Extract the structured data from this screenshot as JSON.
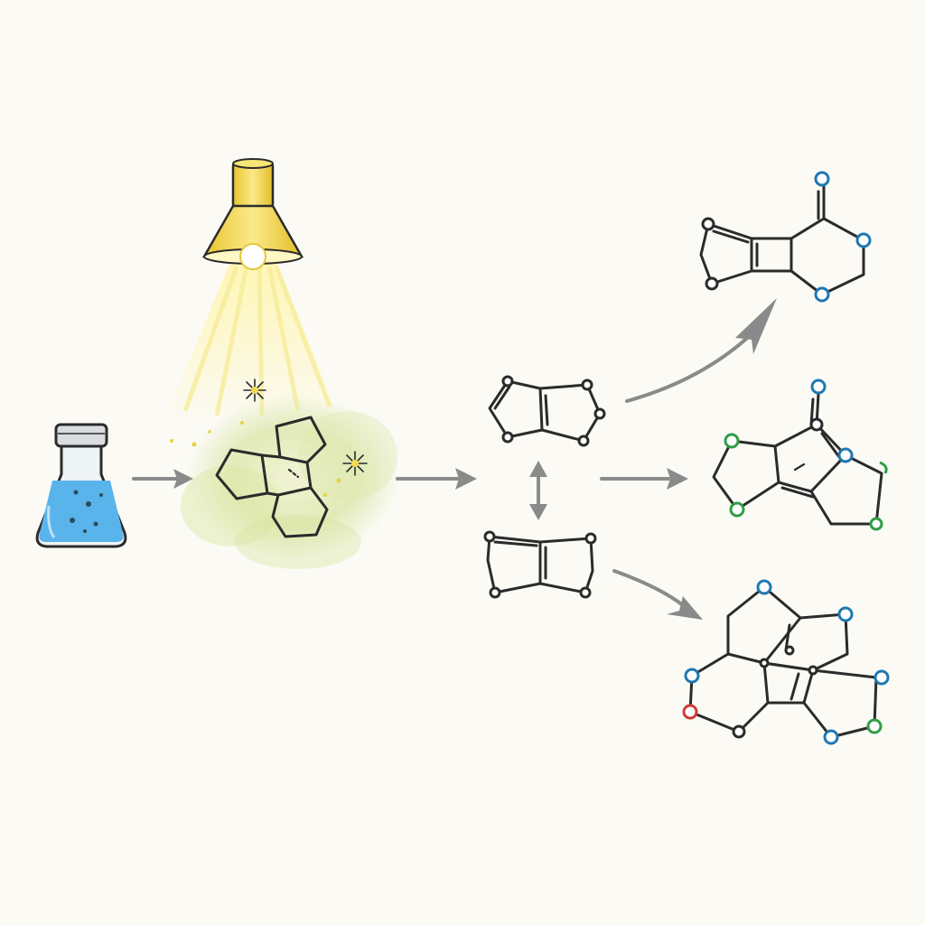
{
  "palette": {
    "background": "#fbfaf5",
    "ink": "#2b2b2b",
    "arrow": "#8a8a8a",
    "liquid": "#5ab4ec",
    "lamp": "#f3da4c",
    "light_beam": "#fff3a6",
    "glow": "#d9e6a8",
    "ring_orange": "#f7a531",
    "ring_green": "#a9d9b6",
    "ring_yellow": "#f6f1c8",
    "atom_blue": "#1e78b0",
    "atom_green": "#2e9e45",
    "atom_red": "#cf3b34",
    "atom_gray": "#2b2b2b"
  },
  "icons": [
    "flask-icon",
    "lamp-icon",
    "sparkle-icon",
    "molecule-icon",
    "arrow-icon"
  ],
  "stages": [
    "starting-solution",
    "photoirradiation",
    "intermediate-isomers",
    "products"
  ],
  "equilibrium": "two-way-arrow",
  "products_count": 3
}
